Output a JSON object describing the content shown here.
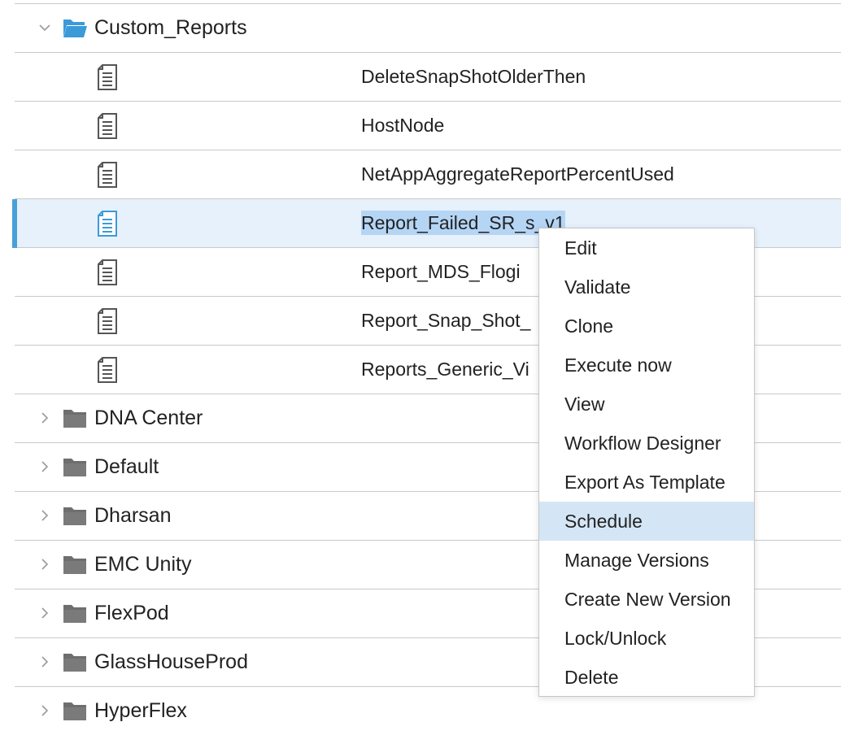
{
  "tree": {
    "expanded_folder": {
      "label": "Custom_Reports",
      "icon": "folder-open-icon",
      "color": "#3d9ad8"
    },
    "files": [
      {
        "label": "DeleteSnapShotOlderThen",
        "icon": "document-icon",
        "selected": false
      },
      {
        "label": "HostNode",
        "icon": "document-icon",
        "selected": false
      },
      {
        "label": "NetAppAggregateReportPercentUsed",
        "icon": "document-icon",
        "selected": false
      },
      {
        "label": "Report_Failed_SR_s_v1",
        "icon": "document-icon",
        "selected": true
      },
      {
        "label": "Report_MDS_Flogi",
        "icon": "document-icon",
        "selected": false
      },
      {
        "label": "Report_Snap_Shot_",
        "icon": "document-icon",
        "selected": false
      },
      {
        "label": "Reports_Generic_Vi",
        "icon": "document-icon",
        "selected": false
      }
    ],
    "collapsed_folders": [
      {
        "label": "DNA Center",
        "icon": "folder-icon"
      },
      {
        "label": "Default",
        "icon": "folder-icon"
      },
      {
        "label": "Dharsan",
        "icon": "folder-icon"
      },
      {
        "label": "EMC Unity",
        "icon": "folder-icon"
      },
      {
        "label": "FlexPod",
        "icon": "folder-icon"
      },
      {
        "label": "GlassHouseProd",
        "icon": "folder-icon"
      },
      {
        "label": "HyperFlex",
        "icon": "folder-icon"
      }
    ]
  },
  "context_menu": {
    "items": [
      {
        "label": "Edit"
      },
      {
        "label": "Validate"
      },
      {
        "label": "Clone"
      },
      {
        "label": "Execute now"
      },
      {
        "label": "View"
      },
      {
        "label": "Workflow Designer"
      },
      {
        "label": "Export As Template"
      },
      {
        "label": "Schedule",
        "active": true
      },
      {
        "label": "Manage Versions"
      },
      {
        "label": "Create New Version"
      },
      {
        "label": "Lock/Unlock"
      },
      {
        "label": "Delete"
      }
    ],
    "active_item": "Schedule"
  },
  "colors": {
    "accent": "#4a9fd8",
    "selected_row_bg": "#e6f1fb",
    "text_highlight": "#b5d5f5",
    "menu_hover": "#d4e6f6",
    "folder_gray": "#6e6e6e"
  }
}
